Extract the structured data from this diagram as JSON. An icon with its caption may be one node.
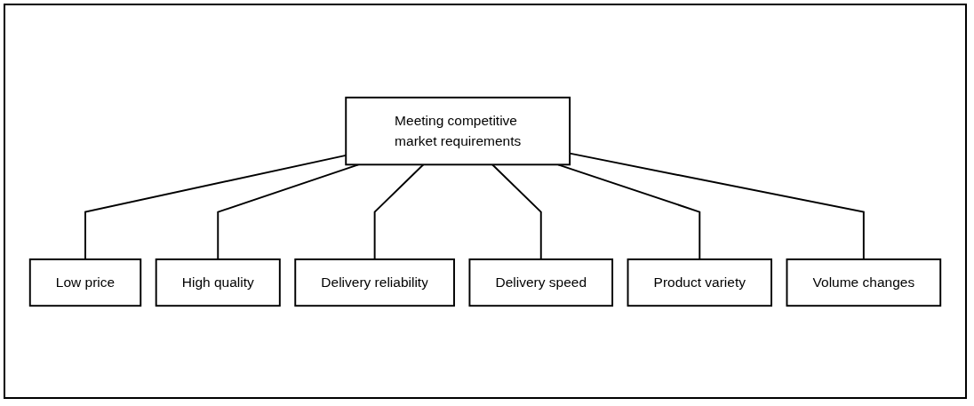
{
  "diagram": {
    "nodes": [
      {
        "text": [
          "Meeting competitive market requirements"
        ]
      },
      {
        "text": [
          "Low price"
        ]
      },
      {
        "text": [
          "High quality"
        ]
      },
      {
        "text": [
          "Delivery reliability"
        ]
      },
      {
        "text": [
          "Delivery speed"
        ]
      },
      {
        "text": [
          "Product variety"
        ]
      },
      {
        "text": [
          "Volume changes"
        ]
      }
    ],
    "edges": [
      {
        "from": 0,
        "to": 1,
        "arrow": "none"
      },
      {
        "from": 0,
        "to": 2,
        "arrow": "none"
      },
      {
        "from": 0,
        "to": 3,
        "arrow": "none"
      },
      {
        "from": 0,
        "to": 4,
        "arrow": "none"
      },
      {
        "from": 0,
        "to": 5,
        "arrow": "none"
      },
      {
        "from": 0,
        "to": 6,
        "arrow": "none"
      }
    ]
  }
}
